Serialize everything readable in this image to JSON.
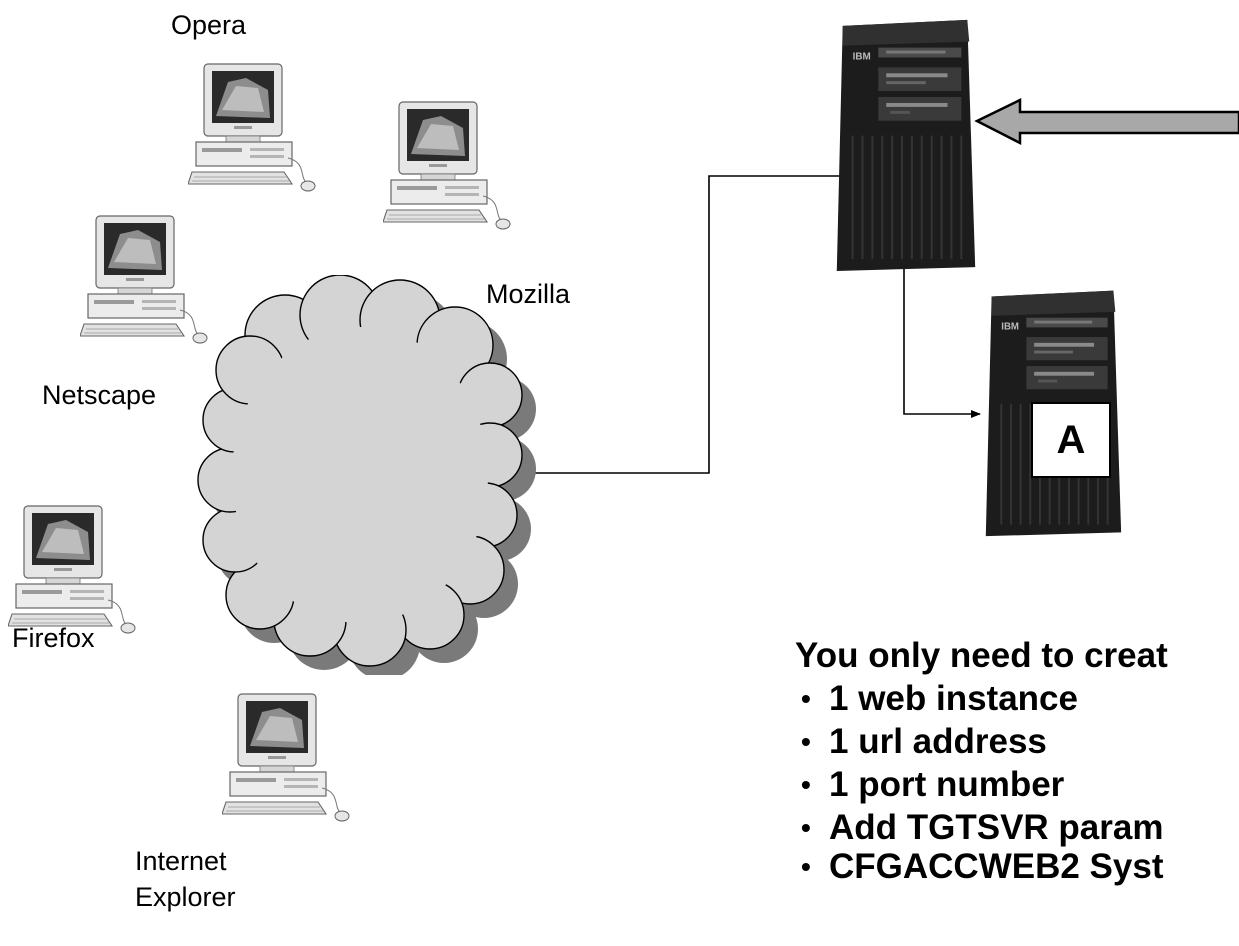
{
  "clients": [
    {
      "label": "Opera",
      "icon": "desktop-computer-icon"
    },
    {
      "label": "Mozilla",
      "icon": "desktop-computer-icon"
    },
    {
      "label": "Netscape",
      "icon": "desktop-computer-icon"
    },
    {
      "label": "Firefox",
      "icon": "desktop-computer-icon"
    },
    {
      "label": "Internet\nExplorer",
      "icon": "desktop-computer-icon"
    }
  ],
  "network": {
    "icon": "internet-cloud-icon"
  },
  "servers": {
    "primary": {
      "icon": "ibm-tower-server-icon",
      "brand": "IBM"
    },
    "target": {
      "icon": "ibm-tower-server-icon",
      "brand": "IBM",
      "label": "A"
    }
  },
  "info": {
    "heading": "You only need to creat",
    "items": [
      "1 web instance",
      "1 url address",
      "1 port number",
      "Add TGTSVR param",
      "CFGACCWEB2 Syst"
    ]
  },
  "colors": {
    "cloud_fill": "#d4d4d4",
    "cloud_shadow": "#7a7a7a",
    "server_body": "#1c1c1c",
    "big_arrow_fill": "#a8a8a8"
  }
}
